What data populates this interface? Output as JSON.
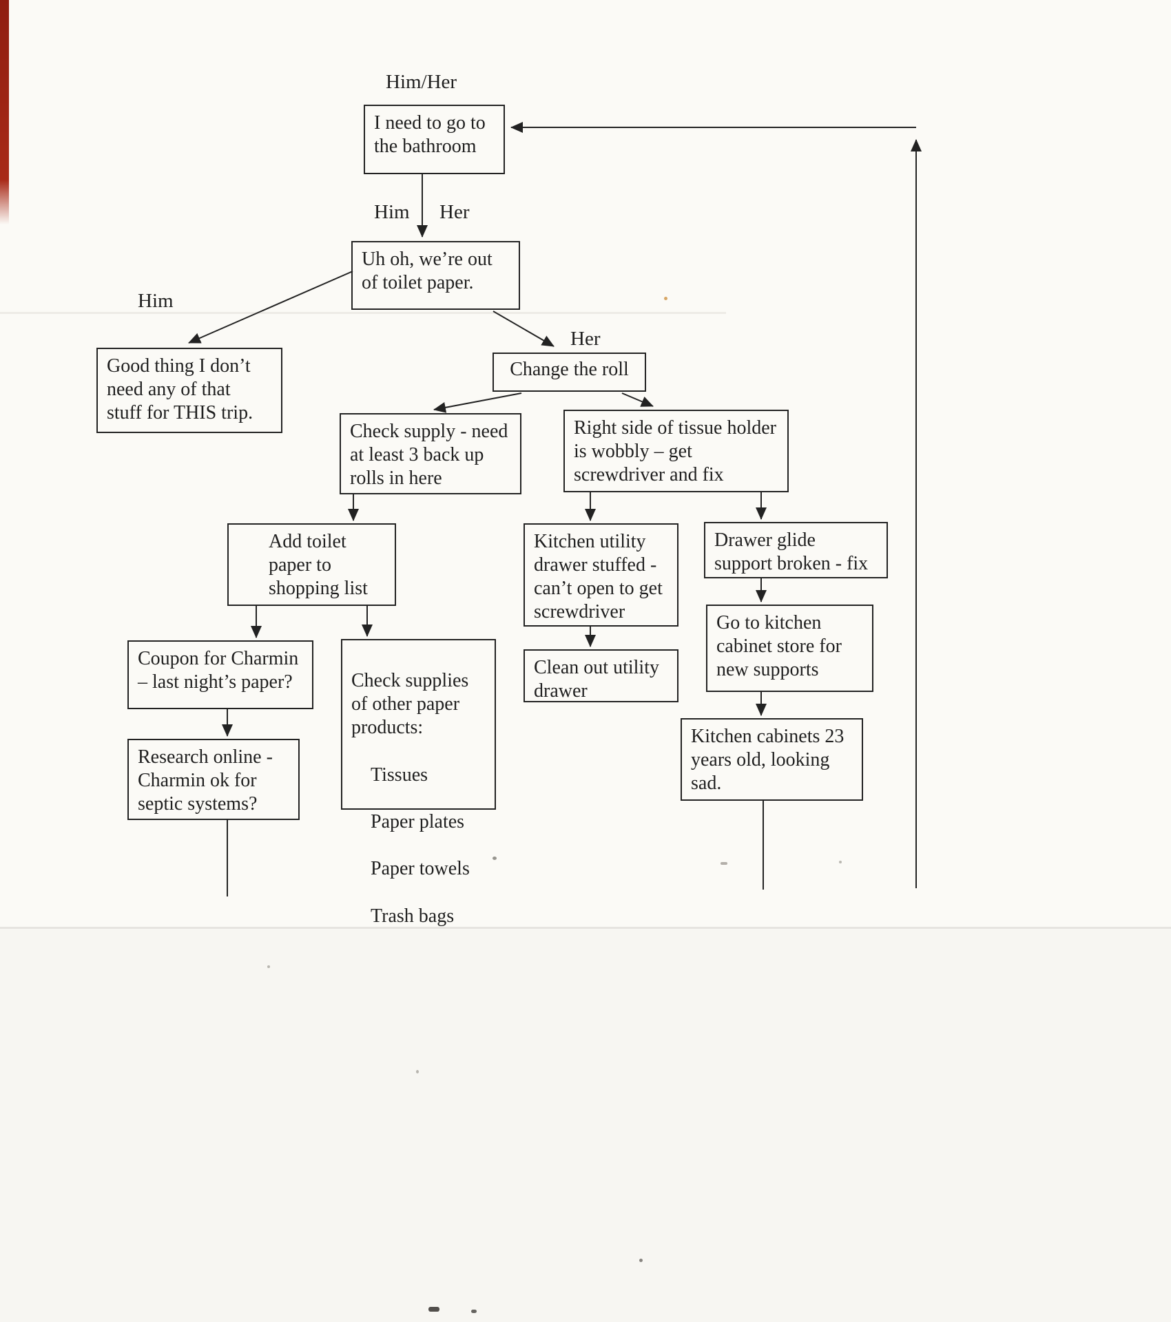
{
  "page": {
    "paper_color": "#fbfaf6",
    "ink_color": "#222222",
    "edge_artifact_color": "#a82a18"
  },
  "edge_labels": {
    "him_her": "Him/Her",
    "him_split": "Him",
    "her_split": "Her",
    "him_branch": "Him",
    "her_branch": "Her"
  },
  "nodes": {
    "need_bathroom": "I need to go to\nthe bathroom",
    "out_of_paper": "Uh oh, we’re out\nof toilet paper.",
    "good_thing": "Good thing I don’t\nneed any of that\nstuff for THIS trip.",
    "change_roll": "Change the roll",
    "check_supply": "Check supply - need\nat least 3 back up\nrolls in here",
    "tissue_holder": "Right side of tissue holder\nis wobbly – get\nscrewdriver and fix",
    "add_shopping_list": "Add toilet\npaper to\nshopping list",
    "coupon_charmin": "Coupon for Charmin\n– last night’s paper?",
    "research_online": "Research online -\nCharmin ok for\nseptic systems?",
    "check_supplies": {
      "title": "Check supplies\nof other paper\nproducts:",
      "items": [
        "Tissues",
        "Paper plates",
        "Paper towels",
        "Trash bags"
      ]
    },
    "utility_drawer": "Kitchen utility\ndrawer stuffed -\ncan’t open to get\nscrewdriver",
    "clean_drawer": "Clean out utility\ndrawer",
    "drawer_glide": "Drawer glide\nsupport broken - fix",
    "cabinet_store": "Go to kitchen\ncabinet store for\nnew supports",
    "cabinets_old": "Kitchen cabinets 23\nyears old, looking\nsad."
  }
}
